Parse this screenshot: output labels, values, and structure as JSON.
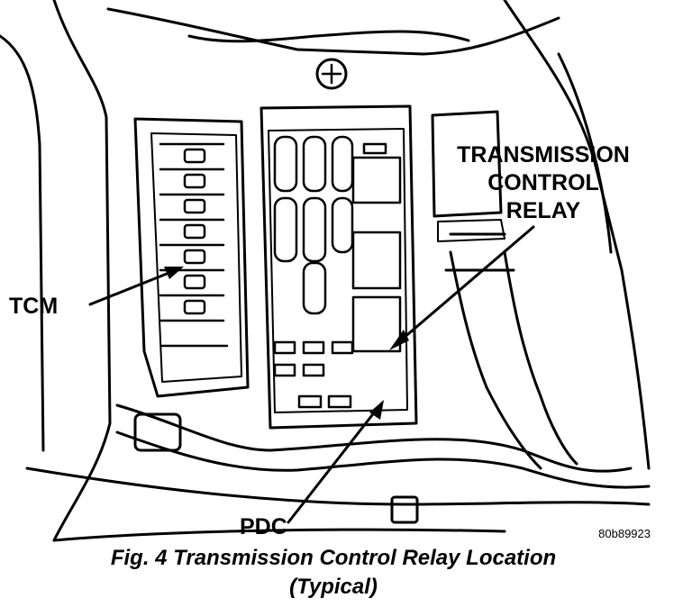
{
  "labels": {
    "tcr_line1": "TRANSMISSION",
    "tcr_line2": "CONTROL",
    "tcr_line3": "RELAY",
    "tcm": "TCM",
    "pdc": "PDC",
    "figure_id": "80b89923"
  },
  "caption": {
    "line1": "Fig. 4 Transmission Control Relay Location",
    "line2": "(Typical)"
  }
}
